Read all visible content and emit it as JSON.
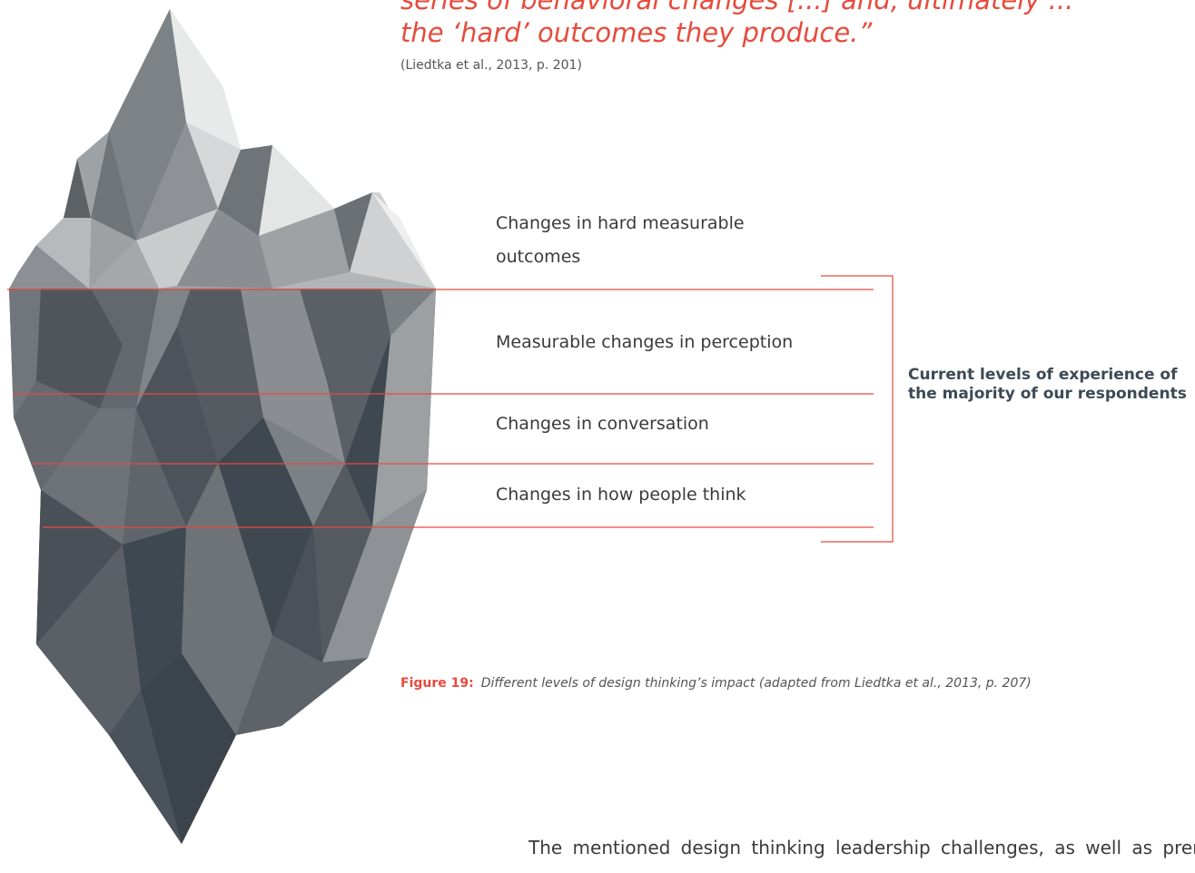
{
  "quote": {
    "line1": "series of behavioral changes [...] and, ultimately ...",
    "line2": "the ‘hard’ outcomes they produce.”"
  },
  "citation": "(Liedtka et al., 2013, p. 201)",
  "levels": [
    "Changes in hard measurable outcomes",
    "Measurable changes in perception",
    "Changes in conversation",
    "Changes in how people think"
  ],
  "bracket_label": "Current levels of experience of the majority of our respondents",
  "caption": {
    "number": "Figure 19:",
    "text": "Different levels of design thinking’s impact (adapted from Liedtka et al., 2013, p. 207)"
  },
  "body_text": "The mentioned design thinking leadership challenges, as well as prematur",
  "colors": {
    "accent": "#e64b3c",
    "iceberg_light": "#e6e7e7",
    "iceberg_mid": "#8b9094",
    "iceberg_dark": "#3e4851"
  }
}
